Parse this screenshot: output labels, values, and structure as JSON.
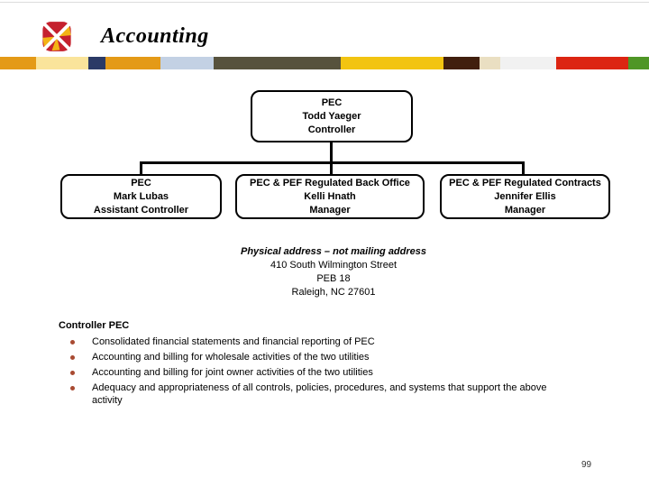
{
  "header": {
    "title": "Accounting",
    "logo_colors": {
      "red": "#C5212E",
      "yellow": "#F3B415"
    }
  },
  "stripe": {
    "segments": [
      {
        "color": "#E49A17",
        "width": 40
      },
      {
        "color": "#FAE49B",
        "width": 58
      },
      {
        "color": "#2B3A66",
        "width": 19
      },
      {
        "color": "#E49A17",
        "width": 61
      },
      {
        "color": "#C3D1E4",
        "width": 59
      },
      {
        "color": "#57523D",
        "width": 141
      },
      {
        "color": "#F2C411",
        "width": 114
      },
      {
        "color": "#411F0E",
        "width": 40
      },
      {
        "color": "#EADFC2",
        "width": 23
      },
      {
        "color": "#F1F1F1",
        "width": 62
      },
      {
        "color": "#DC2512",
        "width": 80
      },
      {
        "color": "#4F9626",
        "width": 23
      }
    ]
  },
  "org_chart": {
    "root": {
      "lines": [
        "PEC",
        "Todd Yaeger",
        "Controller"
      ]
    },
    "children": [
      {
        "lines": [
          "PEC",
          "Mark Lubas",
          "Assistant Controller"
        ]
      },
      {
        "lines": [
          "PEC & PEF Regulated Back Office",
          "Kelli Hnath",
          "Manager"
        ]
      },
      {
        "lines": [
          "PEC & PEF Regulated Contracts",
          "Jennifer Ellis",
          "Manager"
        ]
      }
    ]
  },
  "address": {
    "heading": "Physical address – not mailing address",
    "lines": [
      "410 South Wilmington Street",
      "PEB 18",
      "Raleigh, NC 27601"
    ]
  },
  "responsibilities": {
    "heading": "Controller PEC",
    "bullet_color": "#A84A32",
    "items": [
      "Consolidated financial statements and financial reporting of PEC",
      "Accounting and billing for wholesale activities of the two utilities",
      "Accounting and billing for joint owner activities of the two utilities",
      "Adequacy and appropriateness of all controls, policies, procedures, and systems that support the above activity"
    ]
  },
  "page_number": "99"
}
